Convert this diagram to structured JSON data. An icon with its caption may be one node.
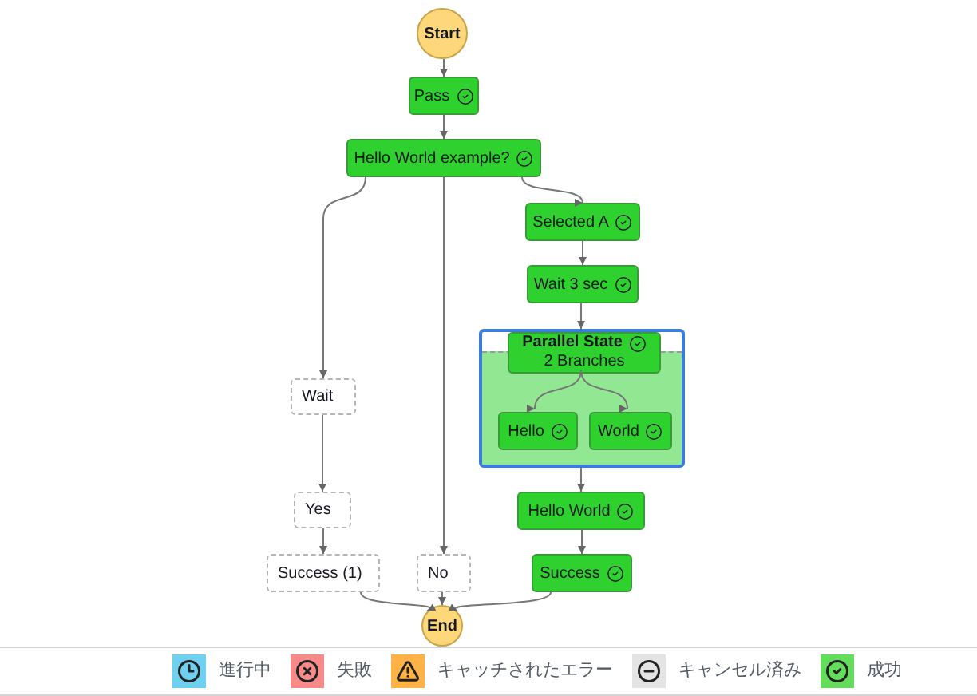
{
  "diagram": {
    "nodes": [
      {
        "text": [
          "Start"
        ]
      },
      {
        "text": [
          "Pass"
        ]
      },
      {
        "text": [
          "Hello World example?"
        ]
      },
      {
        "text": [
          "Selected A"
        ]
      },
      {
        "text": [
          "Wait 3 sec"
        ]
      },
      {
        "text": [],
        "shape": "box"
      },
      {
        "text": [
          "Parallel State",
          "2 Branches"
        ],
        "in": 5
      },
      {
        "text": [
          "Hello"
        ],
        "in": 5
      },
      {
        "text": [
          "World"
        ],
        "in": 5
      },
      {
        "text": [
          "Wait"
        ]
      },
      {
        "text": [
          "Yes"
        ]
      },
      {
        "text": [
          "Success (1)"
        ]
      },
      {
        "text": [
          "No"
        ]
      },
      {
        "text": [
          "Hello World"
        ]
      },
      {
        "text": [
          "Success"
        ]
      },
      {
        "text": [
          "End"
        ]
      }
    ],
    "edges": [
      {
        "from": 0,
        "to": 1,
        "arrow": "to"
      },
      {
        "from": 1,
        "to": 2,
        "arrow": "to"
      },
      {
        "from": 2,
        "to": 9,
        "arrow": "to"
      },
      {
        "from": 2,
        "to": 12,
        "arrow": "to"
      },
      {
        "from": 2,
        "to": 3,
        "arrow": "to"
      },
      {
        "from": 3,
        "to": 4,
        "arrow": "to"
      },
      {
        "from": 4,
        "to": 6,
        "arrow": "to"
      },
      {
        "from": 6,
        "to": 7,
        "arrow": "to"
      },
      {
        "from": 6,
        "to": 8,
        "arrow": "to"
      },
      {
        "from": 5,
        "to": 13,
        "arrow": "to"
      },
      {
        "from": 9,
        "to": 10,
        "arrow": "to"
      },
      {
        "from": 10,
        "to": 11,
        "arrow": "to"
      },
      {
        "from": 13,
        "to": 14,
        "arrow": "to"
      },
      {
        "from": 11,
        "to": 15,
        "arrow": "to"
      },
      {
        "from": 12,
        "to": 15,
        "arrow": "to"
      },
      {
        "from": 14,
        "to": 15,
        "arrow": "to"
      }
    ],
    "legend": [
      {
        "text": "進行中",
        "color": "#6fd0ef"
      },
      {
        "text": "失敗",
        "color": "#f98a8a"
      },
      {
        "text": "キャッチされたエラー",
        "color": "#ffb347"
      },
      {
        "text": "キャンセル済み",
        "color": "#e4e4e4"
      },
      {
        "text": "成功",
        "color": "#63dd5b"
      }
    ]
  }
}
